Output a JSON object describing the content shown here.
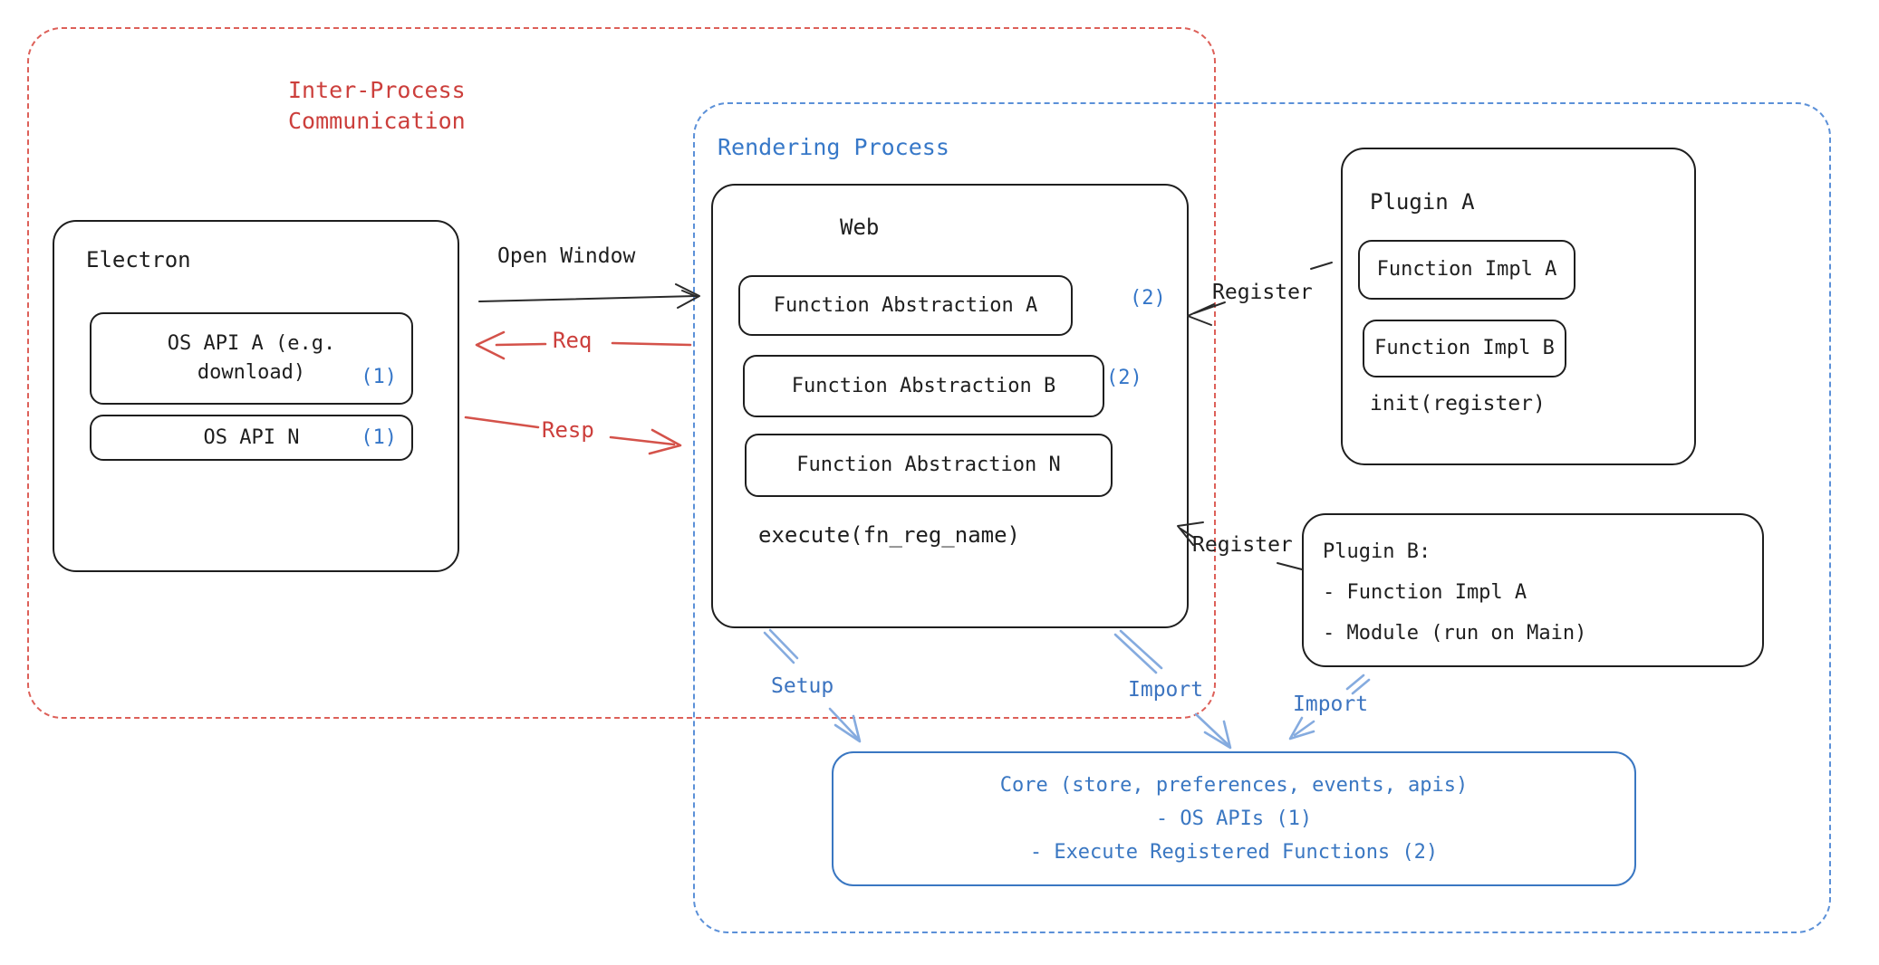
{
  "colors": {
    "black": "#1e1e1e",
    "red_text": "#cc3f3c",
    "red_dash": "#dd6059",
    "blue_text": "#3778c8",
    "blue_dash": "#5b90d8",
    "core_blue": "#3a77c2",
    "light_blue_arrow": "#85abdf",
    "badge_blue": "#3576c8"
  },
  "regions": {
    "ipc": {
      "label": "Inter-Process\nCommunication"
    },
    "rendering": {
      "label": "Rendering Process"
    }
  },
  "electron": {
    "title": "Electron",
    "api_a_line1": "OS API A (e.g.",
    "api_a_line2": "download)",
    "api_a_badge": "(1)",
    "api_n": "OS API N",
    "api_n_badge": "(1)"
  },
  "web": {
    "title": "Web",
    "fa_a": "Function Abstraction A",
    "fa_a_badge": "(2)",
    "fa_b": "Function Abstraction B",
    "fa_b_badge": "(2)",
    "fa_n": "Function Abstraction N",
    "execute": "execute(fn_reg_name)"
  },
  "plugin_a": {
    "title": "Plugin A",
    "impl_a": "Function Impl A",
    "impl_b": "Function Impl B",
    "init": "init(register)"
  },
  "plugin_b": {
    "line1": "Plugin B:",
    "line2": "- Function Impl A",
    "line3": "- Module (run on Main)"
  },
  "core": {
    "line1": "Core (store, preferences, events, apis)",
    "line2": "- OS APIs (1)",
    "line3": "- Execute Registered Functions (2)"
  },
  "arrows": {
    "open_window": "Open Window",
    "req": "Req",
    "resp": "Resp",
    "register_a": "Register",
    "register_b": "Register",
    "setup": "Setup",
    "import_web": "Import",
    "import_plugin": "Import"
  }
}
